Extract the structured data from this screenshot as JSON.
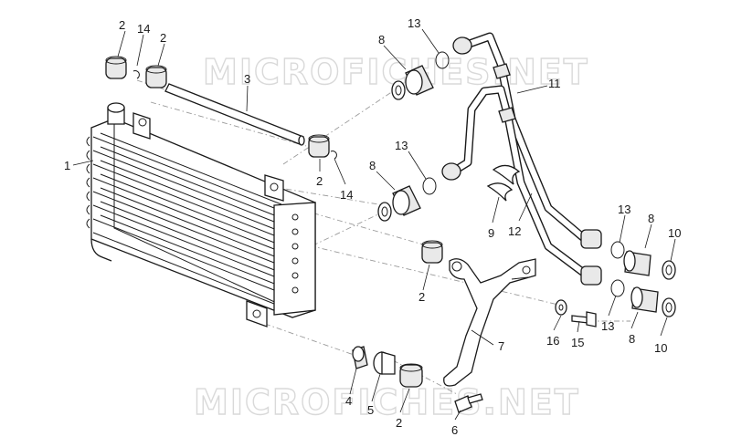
{
  "watermark": {
    "top": "MICROFICHES.NET",
    "bottom": "MICROFICHES.NET"
  },
  "callouts": {
    "c1": "1",
    "c2_top_left": "2",
    "c2_top_right": "2",
    "c2_mid": "2",
    "c2_lower": "2",
    "c2_bottom": "2",
    "c3": "3",
    "c4": "4",
    "c5": "5",
    "c6": "6",
    "c7": "7",
    "c8_top": "8",
    "c8_mid": "8",
    "c8_right": "8",
    "c8_bottom": "8",
    "c9": "9",
    "c10_top": "10",
    "c10_bottom": "10",
    "c11": "11",
    "c12": "12",
    "c13_top": "13",
    "c13_mid": "13",
    "c13_right": "13",
    "c13_bottom": "13",
    "c14_top": "14",
    "c14_mid": "14",
    "c15": "15",
    "c16": "16"
  }
}
